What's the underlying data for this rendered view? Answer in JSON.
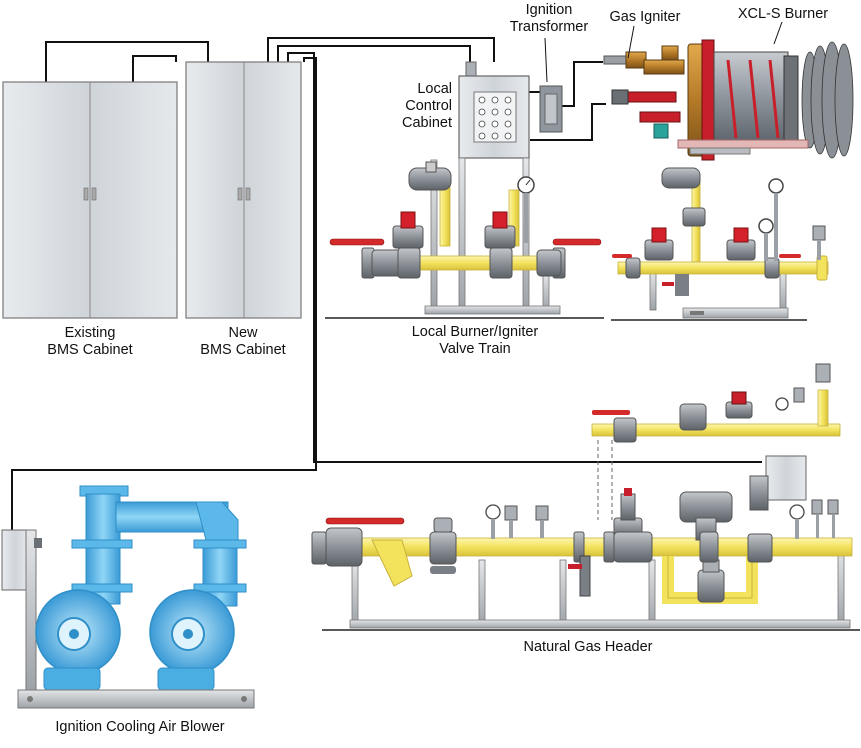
{
  "labels": {
    "existing_cabinet": [
      "Existing",
      "BMS Cabinet"
    ],
    "new_cabinet": [
      "New",
      "BMS Cabinet"
    ],
    "ignition_transformer": [
      "Ignition",
      "Transformer"
    ],
    "gas_igniter": "Gas Igniter",
    "burner": "XCL-S Burner",
    "local_control_cabinet": [
      "Local",
      "Control",
      "Cabinet"
    ],
    "valve_train": [
      "Local Burner/Igniter",
      "Valve Train"
    ],
    "gas_header": "Natural Gas Header",
    "blower": "Ignition Cooling Air Blower"
  },
  "colors": {
    "gas_pipe": "#f5e66a",
    "gas_pipe_edge": "#c9b23a",
    "air_duct": "#5bb8e8",
    "air_duct_dark": "#2f8fc8",
    "valve_gray": "#8a8f96",
    "handle_red": "#d42a2a",
    "actuator_red": "#c8202a",
    "cabinet_fill": "#d9dde2",
    "burner_bronze": "#b47a2a",
    "wire": "#111111"
  }
}
